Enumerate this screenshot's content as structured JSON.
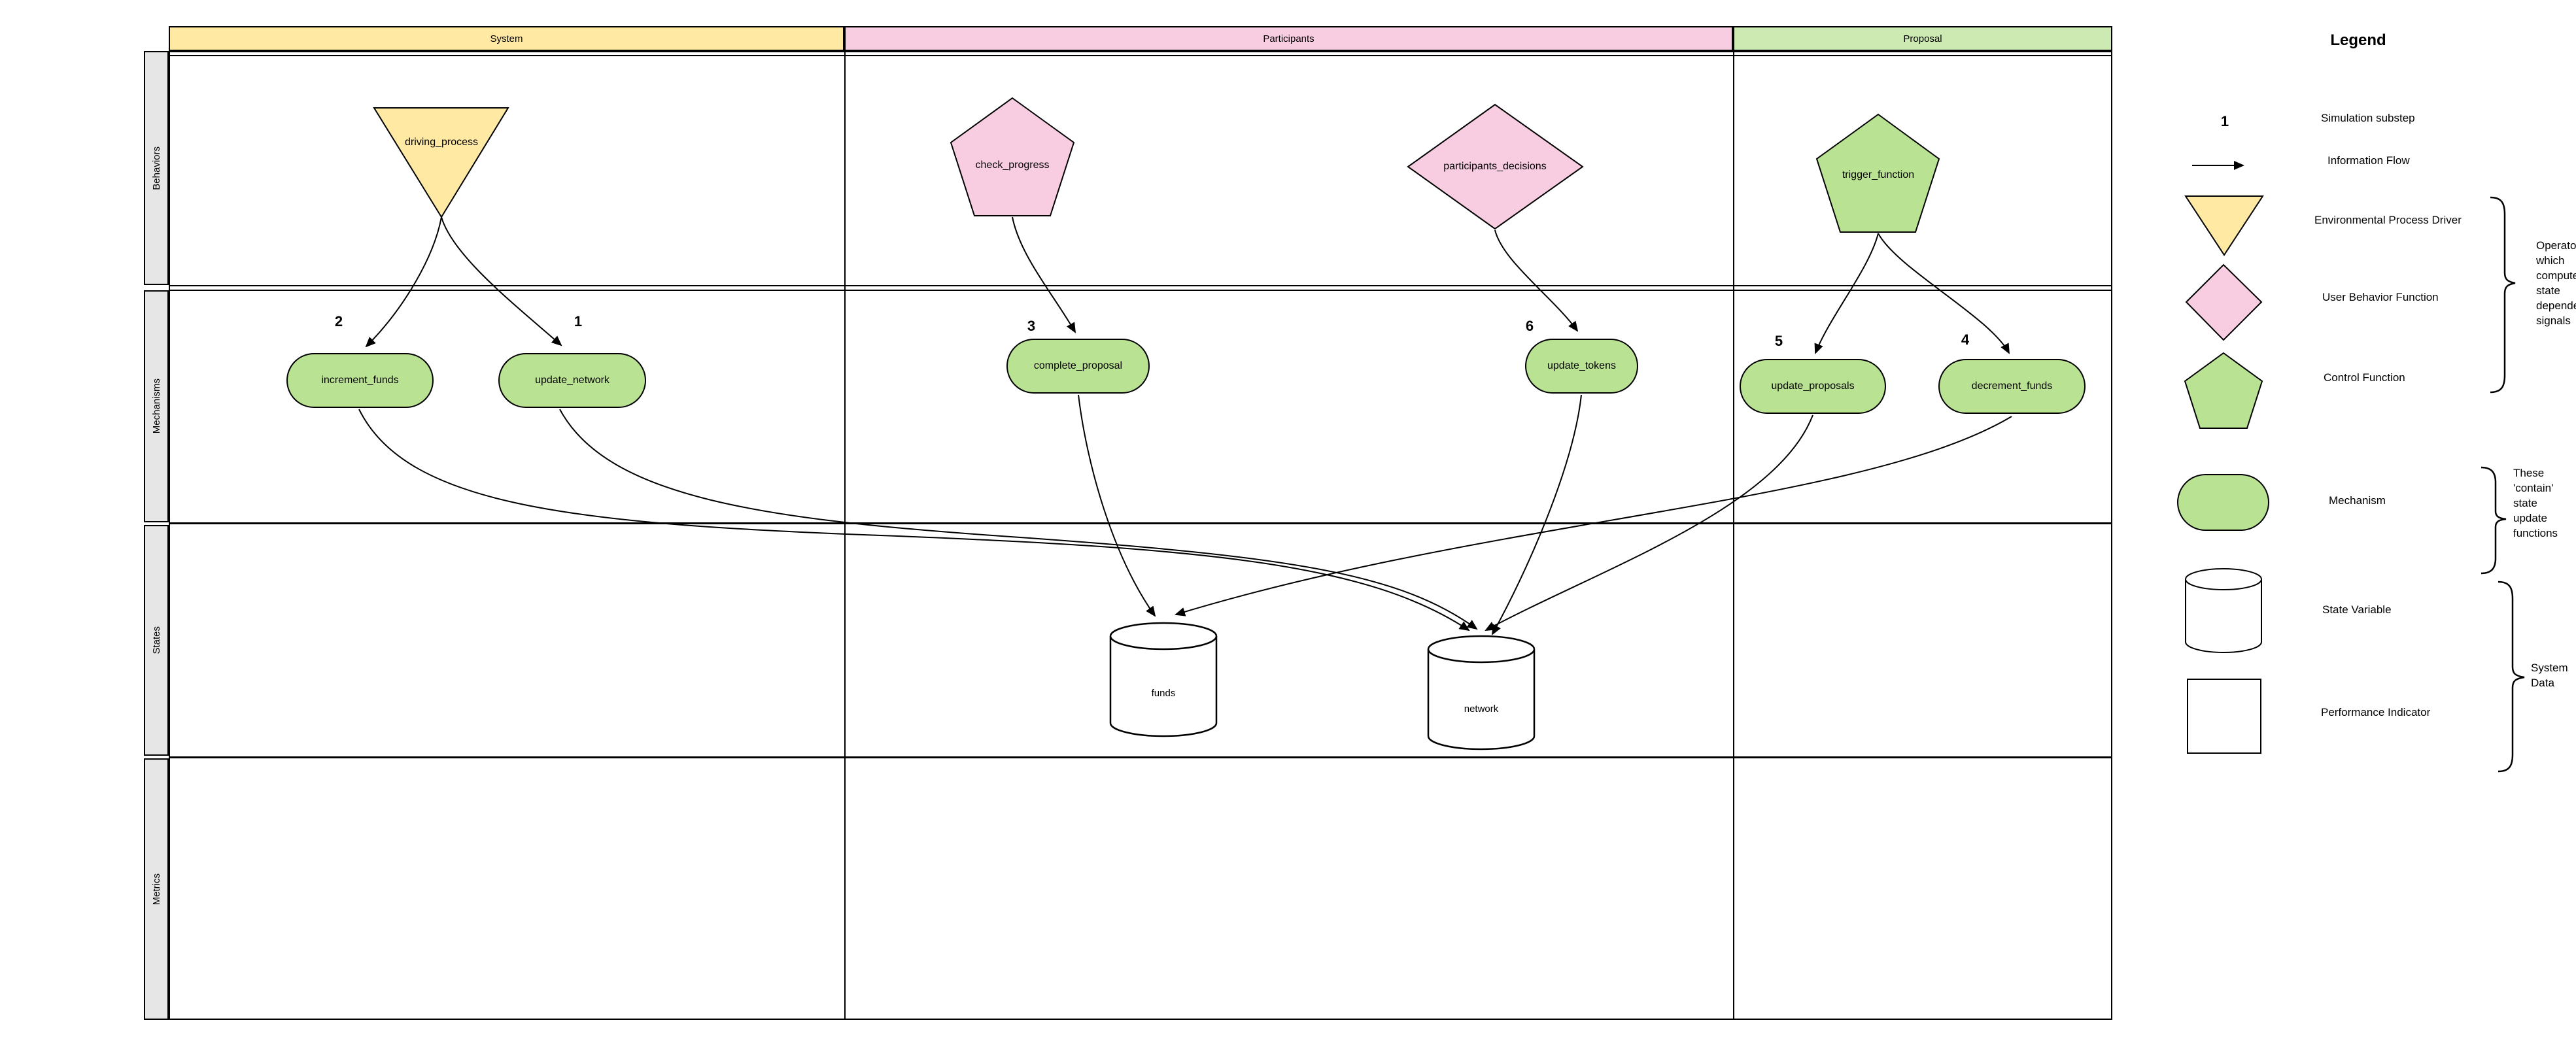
{
  "colors": {
    "yellow": "#FFE9A3",
    "pink": "#F8CDE1",
    "green": "#BAE293",
    "header_green": "#CDEAB2",
    "lane_gray": "#E6E6E6",
    "stroke": "#000000",
    "background": "#FFFFFF"
  },
  "swimlane": {
    "columns": [
      {
        "label": "System"
      },
      {
        "label": "Participants"
      },
      {
        "label": "Proposal"
      }
    ],
    "rows": [
      {
        "label": "Behaviors"
      },
      {
        "label": "Mechanisms"
      },
      {
        "label": "States"
      },
      {
        "label": "Metrics"
      }
    ]
  },
  "nodes": {
    "driving_process": {
      "label": "driving_process",
      "shape": "triangle-down",
      "column": "System",
      "row": "Behaviors"
    },
    "check_progress": {
      "label": "check_progress",
      "shape": "pentagon",
      "column": "Participants",
      "row": "Behaviors"
    },
    "participants_decisions": {
      "label": "participants_decisions",
      "shape": "diamond",
      "column": "Participants",
      "row": "Behaviors"
    },
    "trigger_function": {
      "label": "trigger_function",
      "shape": "pentagon",
      "column": "Proposal",
      "row": "Behaviors"
    },
    "increment_funds": {
      "label": "increment_funds",
      "substep": "2",
      "shape": "stadium",
      "column": "System",
      "row": "Mechanisms"
    },
    "update_network": {
      "label": "update_network",
      "substep": "1",
      "shape": "stadium",
      "column": "System",
      "row": "Mechanisms"
    },
    "complete_proposal": {
      "label": "complete_proposal",
      "substep": "3",
      "shape": "stadium",
      "column": "Participants",
      "row": "Mechanisms"
    },
    "update_tokens": {
      "label": "update_tokens",
      "substep": "6",
      "shape": "stadium",
      "column": "Participants",
      "row": "Mechanisms"
    },
    "update_proposals": {
      "label": "update_proposals",
      "substep": "5",
      "shape": "stadium",
      "column": "Proposal",
      "row": "Mechanisms"
    },
    "decrement_funds": {
      "label": "decrement_funds",
      "substep": "4",
      "shape": "stadium",
      "column": "Proposal",
      "row": "Mechanisms"
    },
    "funds": {
      "label": "funds",
      "shape": "cylinder",
      "column": "Participants",
      "row": "States"
    },
    "network": {
      "label": "network",
      "shape": "cylinder",
      "column": "Participants",
      "row": "States"
    }
  },
  "flows": [
    {
      "from": "driving_process",
      "to": "increment_funds"
    },
    {
      "from": "driving_process",
      "to": "update_network"
    },
    {
      "from": "check_progress",
      "to": "complete_proposal"
    },
    {
      "from": "participants_decisions",
      "to": "update_tokens"
    },
    {
      "from": "trigger_function",
      "to": "update_proposals"
    },
    {
      "from": "trigger_function",
      "to": "decrement_funds"
    },
    {
      "from": "increment_funds",
      "to": "network"
    },
    {
      "from": "update_network",
      "to": "network"
    },
    {
      "from": "complete_proposal",
      "to": "funds"
    },
    {
      "from": "update_tokens",
      "to": "network"
    },
    {
      "from": "update_proposals",
      "to": "network"
    },
    {
      "from": "decrement_funds",
      "to": "funds"
    }
  ],
  "legend": {
    "title": "Legend",
    "items": [
      {
        "symbol": "substep-number",
        "symbol_text": "1",
        "label": "Simulation substep"
      },
      {
        "symbol": "arrow",
        "label": "Information Flow"
      },
      {
        "symbol": "triangle-down",
        "label": "Environmental Process Driver"
      },
      {
        "symbol": "diamond",
        "label": "User Behavior Function"
      },
      {
        "symbol": "pentagon",
        "label": "Control Function"
      },
      {
        "symbol": "stadium",
        "label": "Mechanism"
      },
      {
        "symbol": "cylinder",
        "label": "State Variable"
      },
      {
        "symbol": "rectangle",
        "label": "Performance Indicator"
      }
    ],
    "annotations": [
      {
        "text": "Operators which compute state dependent signals"
      },
      {
        "text": "These 'contain' state update functions"
      },
      {
        "text": "System Data"
      }
    ]
  }
}
